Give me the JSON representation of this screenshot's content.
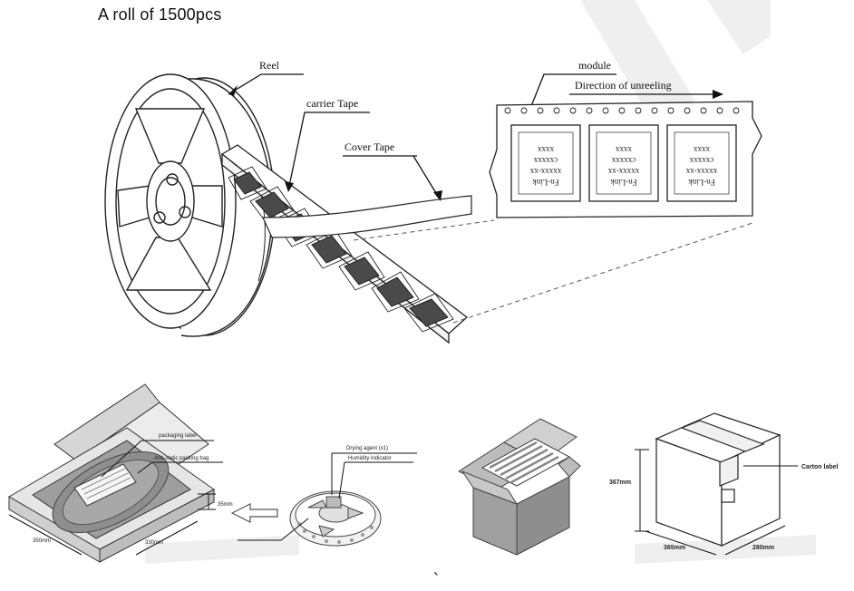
{
  "title": "A roll of 1500pcs",
  "reel": {
    "reel_label": "Reel",
    "carrier_label": "carrier Tape",
    "cover_label": "Cover Tape",
    "module_label": "module",
    "direction_label": "Direction of unreeling"
  },
  "module_chip": {
    "line1": "Fn-Link",
    "line2": "xxxxx-xx",
    "line3": "cxxxxx",
    "line4": "xxxx"
  },
  "packaging": {
    "packaging_label": "packaging label",
    "antistatic_label": "Anti-static   packing   bag",
    "dim_35": "35mm",
    "dim_350a": "350mm",
    "dim_350b": "330mm",
    "drying_agent": "Drying agent (x1)",
    "humidity_indicator": "Humidity indicator",
    "carton_label": "Carton  label",
    "dim_367": "367mm",
    "dim_365": "365mm",
    "dim_280": "280mm",
    "mark": "、"
  },
  "colors": {
    "ink": "#222222",
    "pocket": "#4a4a4a",
    "watermark": "#ececec",
    "box_grey": "#c8c8c8"
  }
}
